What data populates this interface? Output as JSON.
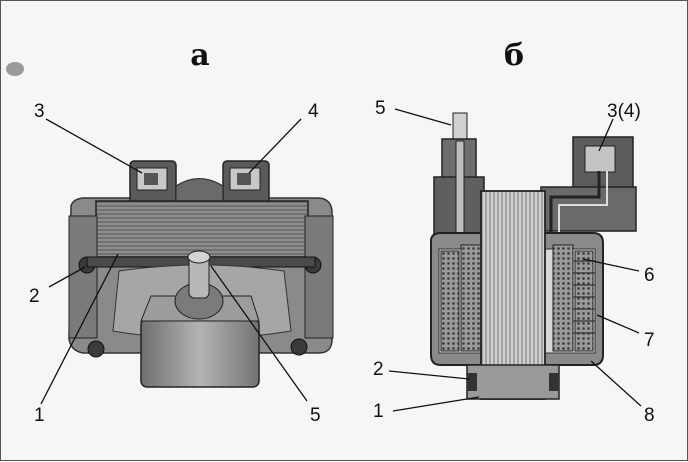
{
  "panels": {
    "a": {
      "label": "а",
      "callouts": [
        "3",
        "4",
        "2",
        "1",
        "5"
      ]
    },
    "b": {
      "label": "б",
      "callouts": [
        "5",
        "3(4)",
        "6",
        "7",
        "2",
        "1",
        "8"
      ]
    }
  }
}
